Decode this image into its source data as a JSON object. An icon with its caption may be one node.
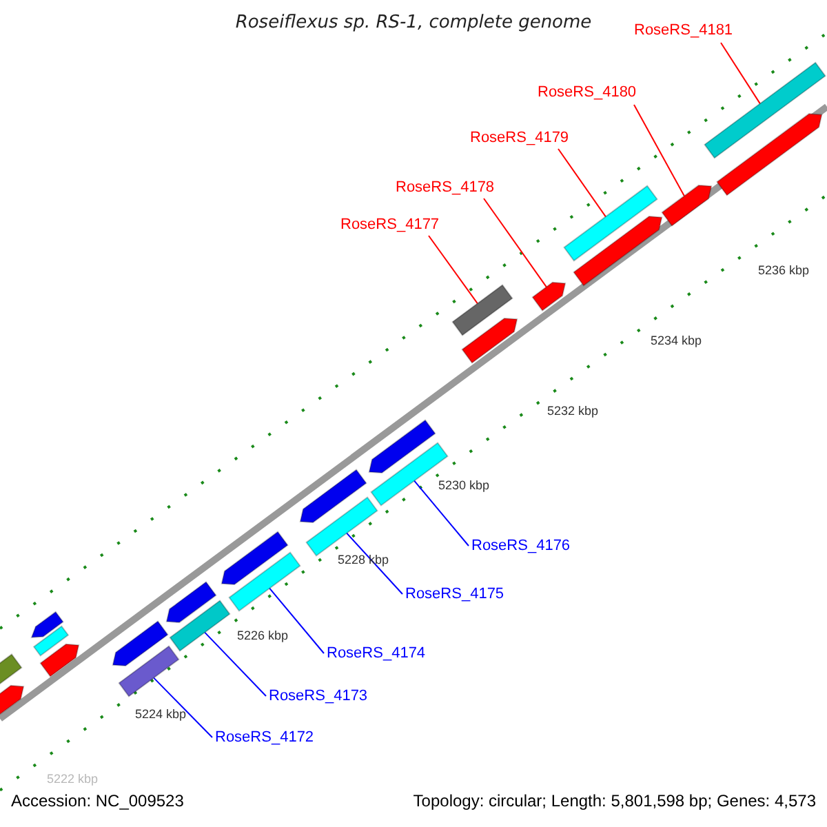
{
  "diagram": {
    "title": "Roseiflexus sp. RS-1, complete genome",
    "nodes": [
      {
        "text": [
          "RoseRS_4181"
        ]
      },
      {
        "text": [
          "RoseRS_4180"
        ]
      },
      {
        "text": [
          "RoseRS_4179"
        ]
      },
      {
        "text": [
          "RoseRS_4178"
        ]
      },
      {
        "text": [
          "RoseRS_4177"
        ]
      },
      {
        "text": [
          "RoseRS_4176"
        ]
      },
      {
        "text": [
          "RoseRS_4175"
        ]
      },
      {
        "text": [
          "RoseRS_4174"
        ]
      },
      {
        "text": [
          "RoseRS_4173"
        ]
      },
      {
        "text": [
          "RoseRS_4172"
        ]
      },
      {
        "text": [],
        "shape": "box"
      },
      {
        "text": [],
        "shape": "pentagon"
      },
      {
        "text": [],
        "shape": "pentagon"
      },
      {
        "text": [],
        "shape": "box"
      },
      {
        "text": [],
        "shape": "pentagon"
      },
      {
        "text": [],
        "shape": "pentagon"
      },
      {
        "text": [],
        "shape": "box"
      },
      {
        "text": [],
        "shape": "pentagon"
      },
      {
        "text": [],
        "shape": "pentagon"
      },
      {
        "text": [],
        "shape": "box"
      },
      {
        "text": [],
        "shape": "pentagon"
      },
      {
        "text": [],
        "shape": "box"
      },
      {
        "text": [],
        "shape": "pentagon"
      },
      {
        "text": [],
        "shape": "box"
      },
      {
        "text": [],
        "shape": "pentagon"
      },
      {
        "text": [],
        "shape": "box"
      },
      {
        "text": [],
        "shape": "pentagon"
      },
      {
        "text": [],
        "shape": "box"
      },
      {
        "text": [],
        "shape": "pentagon"
      },
      {
        "text": [],
        "shape": "box"
      },
      {
        "text": [],
        "shape": "pentagon"
      },
      {
        "text": [],
        "shape": "box"
      },
      {
        "text": [],
        "shape": "pentagon"
      }
    ],
    "edges": [
      {
        "from": 0,
        "to": 10,
        "arrow": "none",
        "color": "#ff0000"
      },
      {
        "from": 1,
        "to": 12,
        "arrow": "none",
        "color": "#ff0000"
      },
      {
        "from": 2,
        "to": 13,
        "arrow": "none",
        "color": "#ff0000"
      },
      {
        "from": 3,
        "to": 15,
        "arrow": "none",
        "color": "#ff0000"
      },
      {
        "from": 4,
        "to": 16,
        "arrow": "none",
        "color": "#ff0000"
      },
      {
        "from": 5,
        "to": 19,
        "arrow": "none",
        "color": "#0000ff"
      },
      {
        "from": 6,
        "to": 21,
        "arrow": "none",
        "color": "#0000ff"
      },
      {
        "from": 7,
        "to": 23,
        "arrow": "none",
        "color": "#0000ff"
      },
      {
        "from": 8,
        "to": 25,
        "arrow": "none",
        "color": "#0000ff"
      },
      {
        "from": 9,
        "to": 27,
        "arrow": "none",
        "color": "#0000ff"
      }
    ],
    "labels": [
      "5236 kbp",
      "5234 kbp",
      "5232 kbp",
      "5230 kbp",
      "5228 kbp",
      "5226 kbp",
      "5224 kbp",
      "5222 kbp",
      "Accession: NC_009523",
      "Topology: circular; Length: 5,801,598 bp; Genes: 4,573"
    ]
  }
}
